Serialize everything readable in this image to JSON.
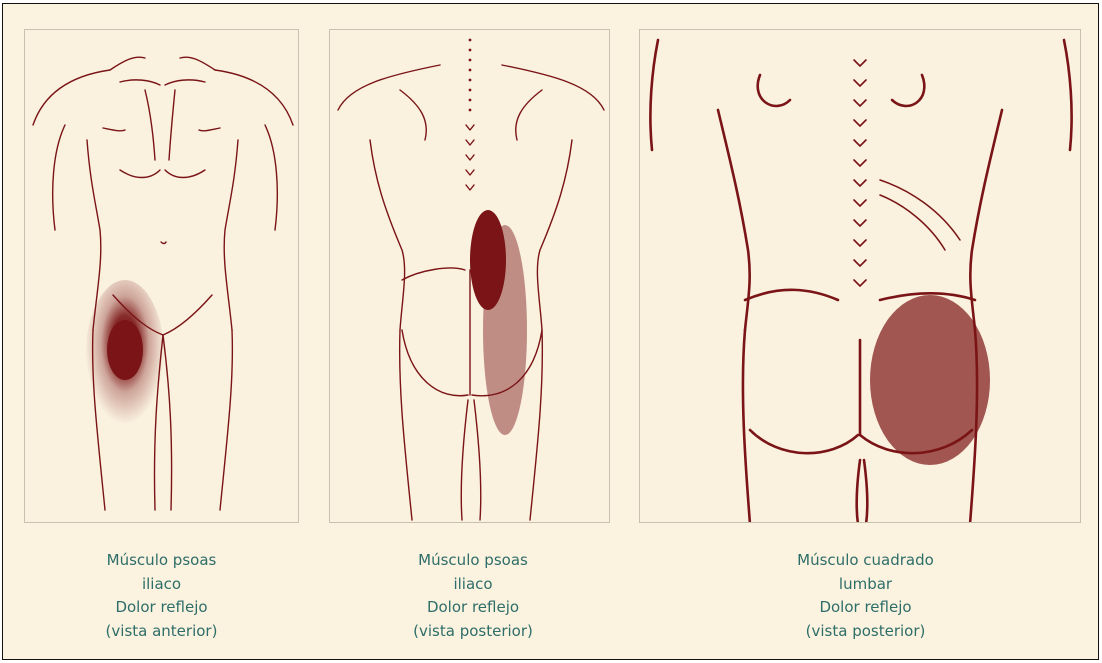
{
  "colors": {
    "background": "#fbf2df",
    "ink": "#7a1416",
    "caption_text": "#2e6e69",
    "panel_border": "#c9c0b0"
  },
  "figures": [
    {
      "id": "psoas-anterior",
      "caption": {
        "line1": "Músculo psoas",
        "line2": "iliaco",
        "line3": "Dolor reflejo",
        "line4": "(vista anterior)"
      }
    },
    {
      "id": "psoas-posterior",
      "caption": {
        "line1": "Músculo psoas",
        "line2": "iliaco",
        "line3": "Dolor reflejo",
        "line4": "(vista posterior)"
      }
    },
    {
      "id": "cuadrado-lumbar",
      "caption": {
        "line1": "Músculo cuadrado",
        "line2": "lumbar",
        "line3": "Dolor reflejo",
        "line4": "(vista posterior)"
      }
    }
  ]
}
